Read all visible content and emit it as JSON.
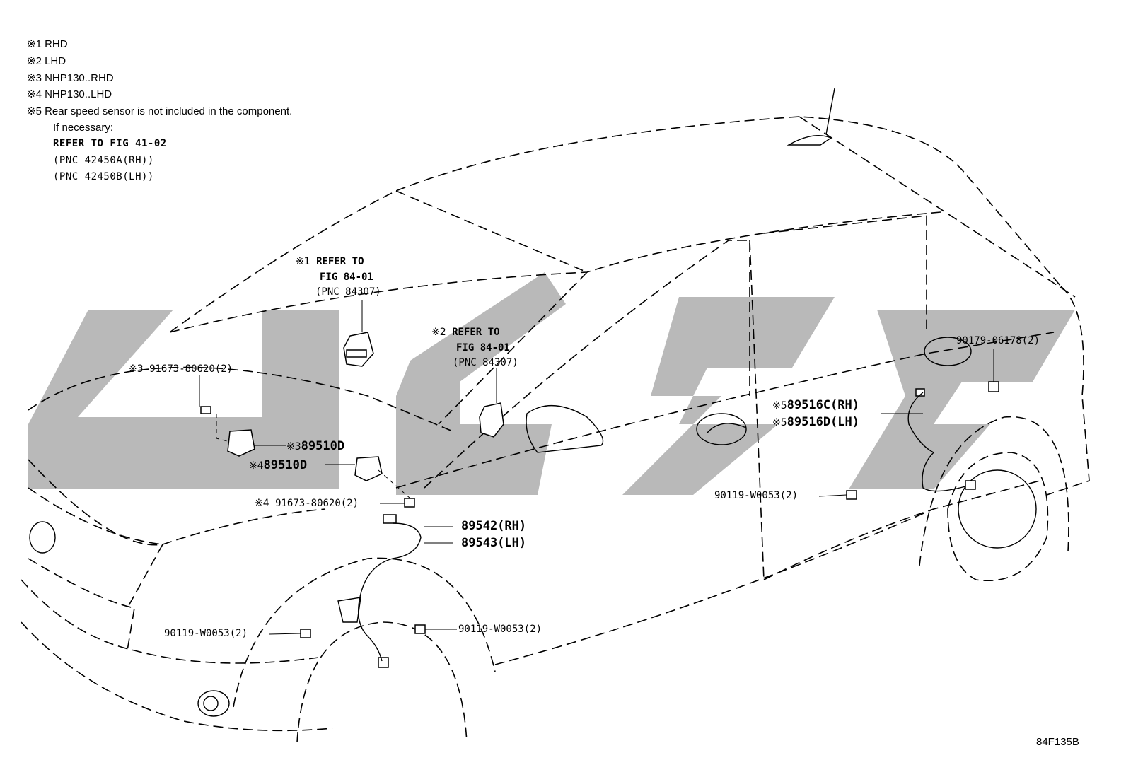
{
  "notes": {
    "n1": "※1 RHD",
    "n2": "※2 LHD",
    "n3": "※3 NHP130..RHD",
    "n4": "※4 NHP130..LHD",
    "n5": "※5 Rear speed sensor is not included in the component.",
    "n6": "If necessary:",
    "n7": "REFER TO FIG 41-02",
    "n8": "(PNC 42450A(RH))",
    "n9": "(PNC 42450B(LH))"
  },
  "callouts": {
    "ref1": {
      "mark": "※1",
      "line1": "REFER TO",
      "line2": "FIG 84-01",
      "line3": "(PNC 84307)"
    },
    "ref2": {
      "mark": "※2",
      "line1": "REFER TO",
      "line2": "FIG 84-01",
      "line3": "(PNC 84307)"
    },
    "p3_bolt": {
      "mark": "※3",
      "text": "91673-80620(2)"
    },
    "p3_sensor": {
      "mark": "※3",
      "text": "89510D"
    },
    "p4_sensor": {
      "mark": "※4",
      "text": "89510D"
    },
    "p4_bolt": {
      "mark": "※4",
      "text": "91673-80620(2)"
    },
    "front_rh": "89542(RH)",
    "front_lh": "89543(LH)",
    "rear_rh": {
      "mark": "※5",
      "text": "89516C(RH)"
    },
    "rear_lh": {
      "mark": "※5",
      "text": "89516D(LH)"
    },
    "bolt_rear": "90119-W0053(2)",
    "bolt_front_left": "90119-W0053(2)",
    "bolt_front_right": "90119-W0053(2)",
    "clip_rear": "90179-06178(2)"
  },
  "watermark": {
    "color": "#b9b9b9"
  },
  "figure_code": "84F135B"
}
